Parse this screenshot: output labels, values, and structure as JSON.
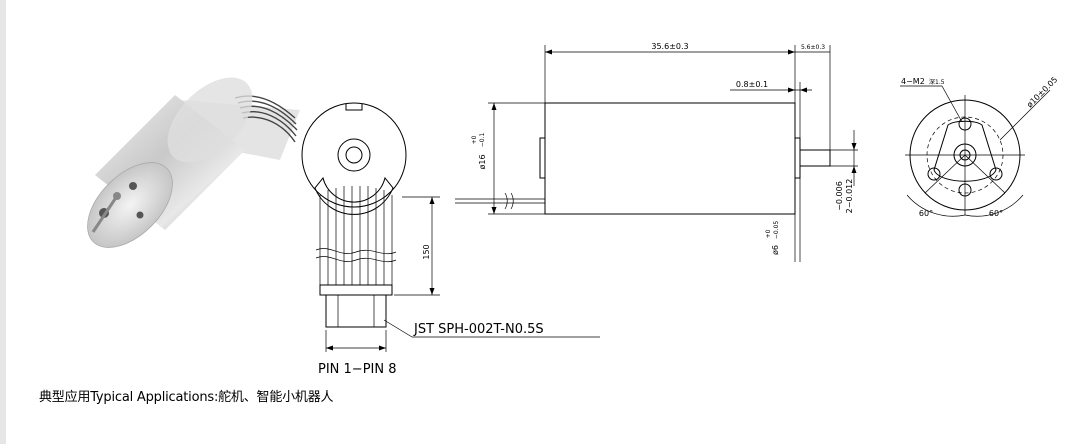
{
  "drawing": {
    "dim_length": "35.6±0.3",
    "dim_shaft_length": "5.6±0.3",
    "dim_step": "0.8±0.1",
    "dim_body_dia": "ø16",
    "dim_body_dia_tol": "+0\n−0.1",
    "dim_shaft_dia": "ø6",
    "dim_shaft_dia_tol": "+0\n−0.05",
    "dim_shaft_small_a": "−0.006",
    "dim_shaft_small_b": "2−0.012",
    "dim_lead_length": "150",
    "connector_label": "JST SPH-002T-N0.5S",
    "pin_label": "PIN 1−PIN 8",
    "holes_label": "4−M2",
    "holes_suffix": "深1.5",
    "pcd_label": "ø10±0.05",
    "angle_left": "60°",
    "angle_right": "60°"
  },
  "caption": "典型应用Typical Applications:舵机、智能小机器人"
}
